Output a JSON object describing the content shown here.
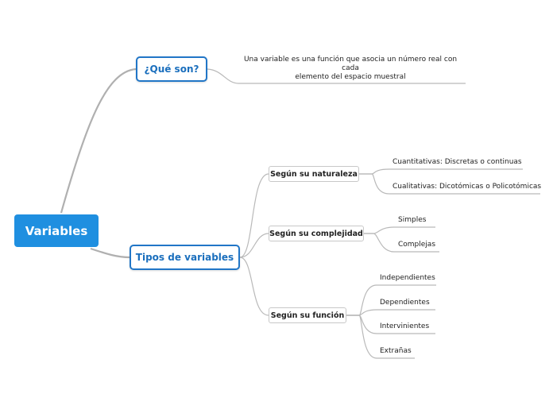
{
  "root": {
    "label": "Variables"
  },
  "branches": {
    "que_son": {
      "label": "¿Qué son?",
      "description": "Una variable es una función que asocia un número real con cada elemento del espacio muestral",
      "description_lines": [
        "Una variable es una función que asocia un número real con",
        "cada",
        "elemento del espacio muestral"
      ]
    },
    "tipos": {
      "label": "Tipos de variables",
      "naturaleza": {
        "label": "Según su naturaleza",
        "items": [
          "Cuantitativas: Discretas o continuas",
          "Cualitativas: Dicotómicas o Policotómicas"
        ]
      },
      "complejidad": {
        "label": "Según su complejidad",
        "items": [
          "Simples",
          "Complejas"
        ]
      },
      "funcion": {
        "label": "Según su función",
        "items": [
          "Independientes",
          "Dependientes",
          "Intervinientes",
          "Extrañas"
        ]
      }
    }
  },
  "colors": {
    "root_fill": "#1f8fe0",
    "main_border": "#2176c7",
    "main_text": "#1b6fbd",
    "connector": "#b5b5b5"
  }
}
